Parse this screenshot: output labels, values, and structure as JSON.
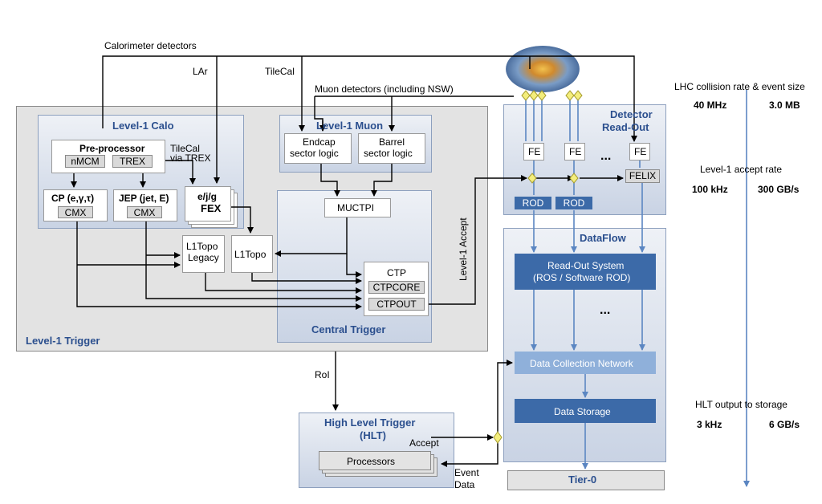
{
  "labels": {
    "calorimeter_detectors": "Calorimeter detectors",
    "lar": "LAr",
    "tilecal": "TileCal",
    "muon_detectors": "Muon detectors (including NSW)",
    "level1_calo": "Level-1 Calo",
    "preprocessor": "Pre-processor",
    "nmcm": "nMCM",
    "trex": "TREX",
    "tilecal_via_trex_1": "TileCal",
    "tilecal_via_trex_2": "via TREX",
    "cp": "CP (e,γ,τ)",
    "jep": "JEP (jet, E)",
    "cmx1": "CMX",
    "cmx2": "CMX",
    "fex_1": "e/j/g",
    "fex_2": "FEX",
    "l1topo_legacy_1": "L1Topo",
    "l1topo_legacy_2": "Legacy",
    "l1topo": "L1Topo",
    "level1_trigger": "Level-1 Trigger",
    "level1_muon": "Level-1 Muon",
    "endcap_1": "Endcap",
    "endcap_2": "sector logic",
    "barrel_1": "Barrel",
    "barrel_2": "sector logic",
    "muctpi": "MUCTPI",
    "ctp": "CTP",
    "ctpcore": "CTPCORE",
    "ctpout": "CTPOUT",
    "central_trigger": "Central Trigger",
    "level1_accept": "Level-1 Accept",
    "roi": "RoI",
    "hlt_1": "High Level Trigger",
    "hlt_2": "(HLT)",
    "accept": "Accept",
    "processors": "Processors",
    "event_data_1": "Event",
    "event_data_2": "Data",
    "detector_readout_1": "Detector",
    "detector_readout_2": "Read-Out",
    "fe": "FE",
    "ellipsis": "...",
    "felix": "FELIX",
    "rod": "ROD",
    "dataflow": "DataFlow",
    "ros_1": "Read-Out System",
    "ros_2": "(ROS / Software ROD)",
    "ellipsis2": "...",
    "dcn": "Data Collection Network",
    "data_storage": "Data Storage",
    "tier0": "Tier-0"
  },
  "rates": {
    "lhc_title": "LHC collision rate & event size",
    "lhc_rate": "40 MHz",
    "lhc_size": "3.0 MB",
    "l1_title": "Level-1 accept rate",
    "l1_rate": "100 kHz",
    "l1_size": "300 GB/s",
    "hlt_title": "HLT output to storage",
    "hlt_rate": "3 kHz",
    "hlt_size": "6 GB/s"
  },
  "colors": {
    "accent_blue": "#2b4f8e",
    "dark_box": "#3c6aa8",
    "mid_box": "#8fb0da",
    "arrow_blue": "#5b86c2",
    "diamond": "#f4ee7c"
  }
}
